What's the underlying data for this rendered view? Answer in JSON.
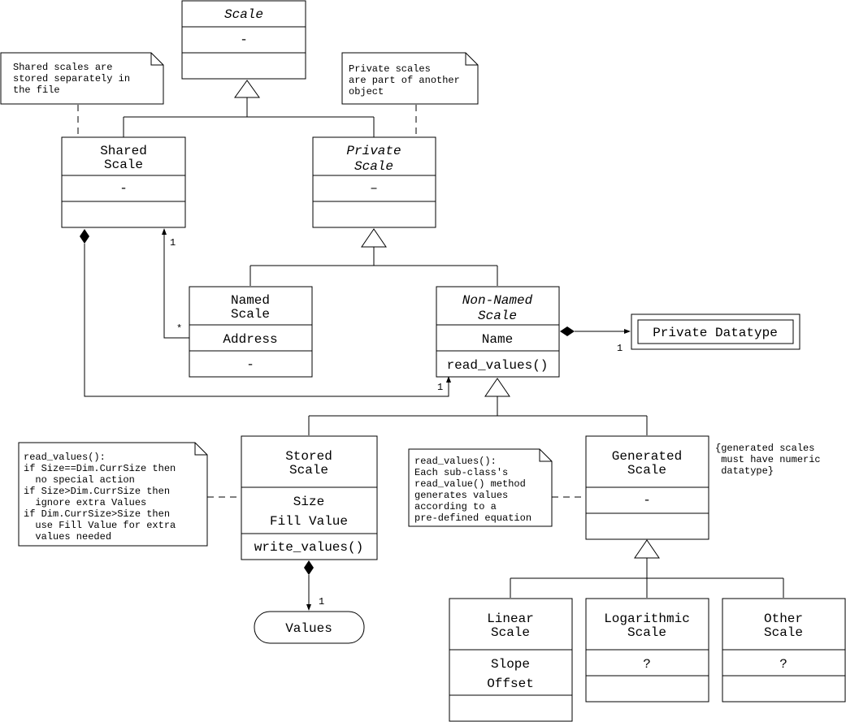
{
  "classes": {
    "scale": {
      "name": "Scale",
      "attr": "-",
      "italic": true
    },
    "shared_scale": {
      "name_line1": "Shared",
      "name_line2": "Scale",
      "attr": "-"
    },
    "private_scale": {
      "name_line1": "Private",
      "name_line2": "Scale",
      "attr": "–",
      "italic": true
    },
    "named_scale": {
      "name_line1": "Named",
      "name_line2": "Scale",
      "attr": "Address",
      "op": "-"
    },
    "non_named_scale": {
      "name_line1": "Non-Named",
      "name_line2": "Scale",
      "attr": "Name",
      "op": "read_values()",
      "italic": true
    },
    "private_datatype": {
      "name": "Private Datatype"
    },
    "stored_scale": {
      "name_line1": "Stored",
      "name_line2": "Scale",
      "attr1": "Size",
      "attr2": "Fill Value",
      "op": "write_values()"
    },
    "generated_scale": {
      "name_line1": "Generated",
      "name_line2": "Scale",
      "attr": "-"
    },
    "values": {
      "name": "Values"
    },
    "linear_scale": {
      "name_line1": "Linear",
      "name_line2": "Scale",
      "attr1": "Slope",
      "attr2": "Offset"
    },
    "logarithmic_scale": {
      "name_line1": "Logarithmic",
      "name_line2": "Scale",
      "attr": "?"
    },
    "other_scale": {
      "name_line1": "Other",
      "name_line2": "Scale",
      "attr": "?"
    }
  },
  "notes": {
    "shared_note": [
      "Shared scales are",
      "stored separately in",
      "the file"
    ],
    "private_note": [
      "Private scales",
      "are part of another",
      "object"
    ],
    "stored_note": [
      "read_values():",
      "if Size==Dim.CurrSize then",
      "  no special action",
      "if Size>Dim.CurrSize then",
      "  ignore extra Values",
      "if Dim.CurrSize>Size then",
      "  use Fill Value for extra",
      "  values needed"
    ],
    "generated_note": [
      "read_values():",
      "Each sub-class's",
      "read_value() method",
      "generates values",
      "according to a",
      "pre-defined equation"
    ]
  },
  "constraint": [
    "{generated scales",
    " must have numeric",
    " datatype}"
  ],
  "multiplicities": {
    "shared_to_named_one": "1",
    "shared_to_named_many": "*",
    "shared_to_nonnamed_one": "1",
    "nonnamed_to_datatype_one": "1",
    "stored_to_values_one": "1"
  }
}
